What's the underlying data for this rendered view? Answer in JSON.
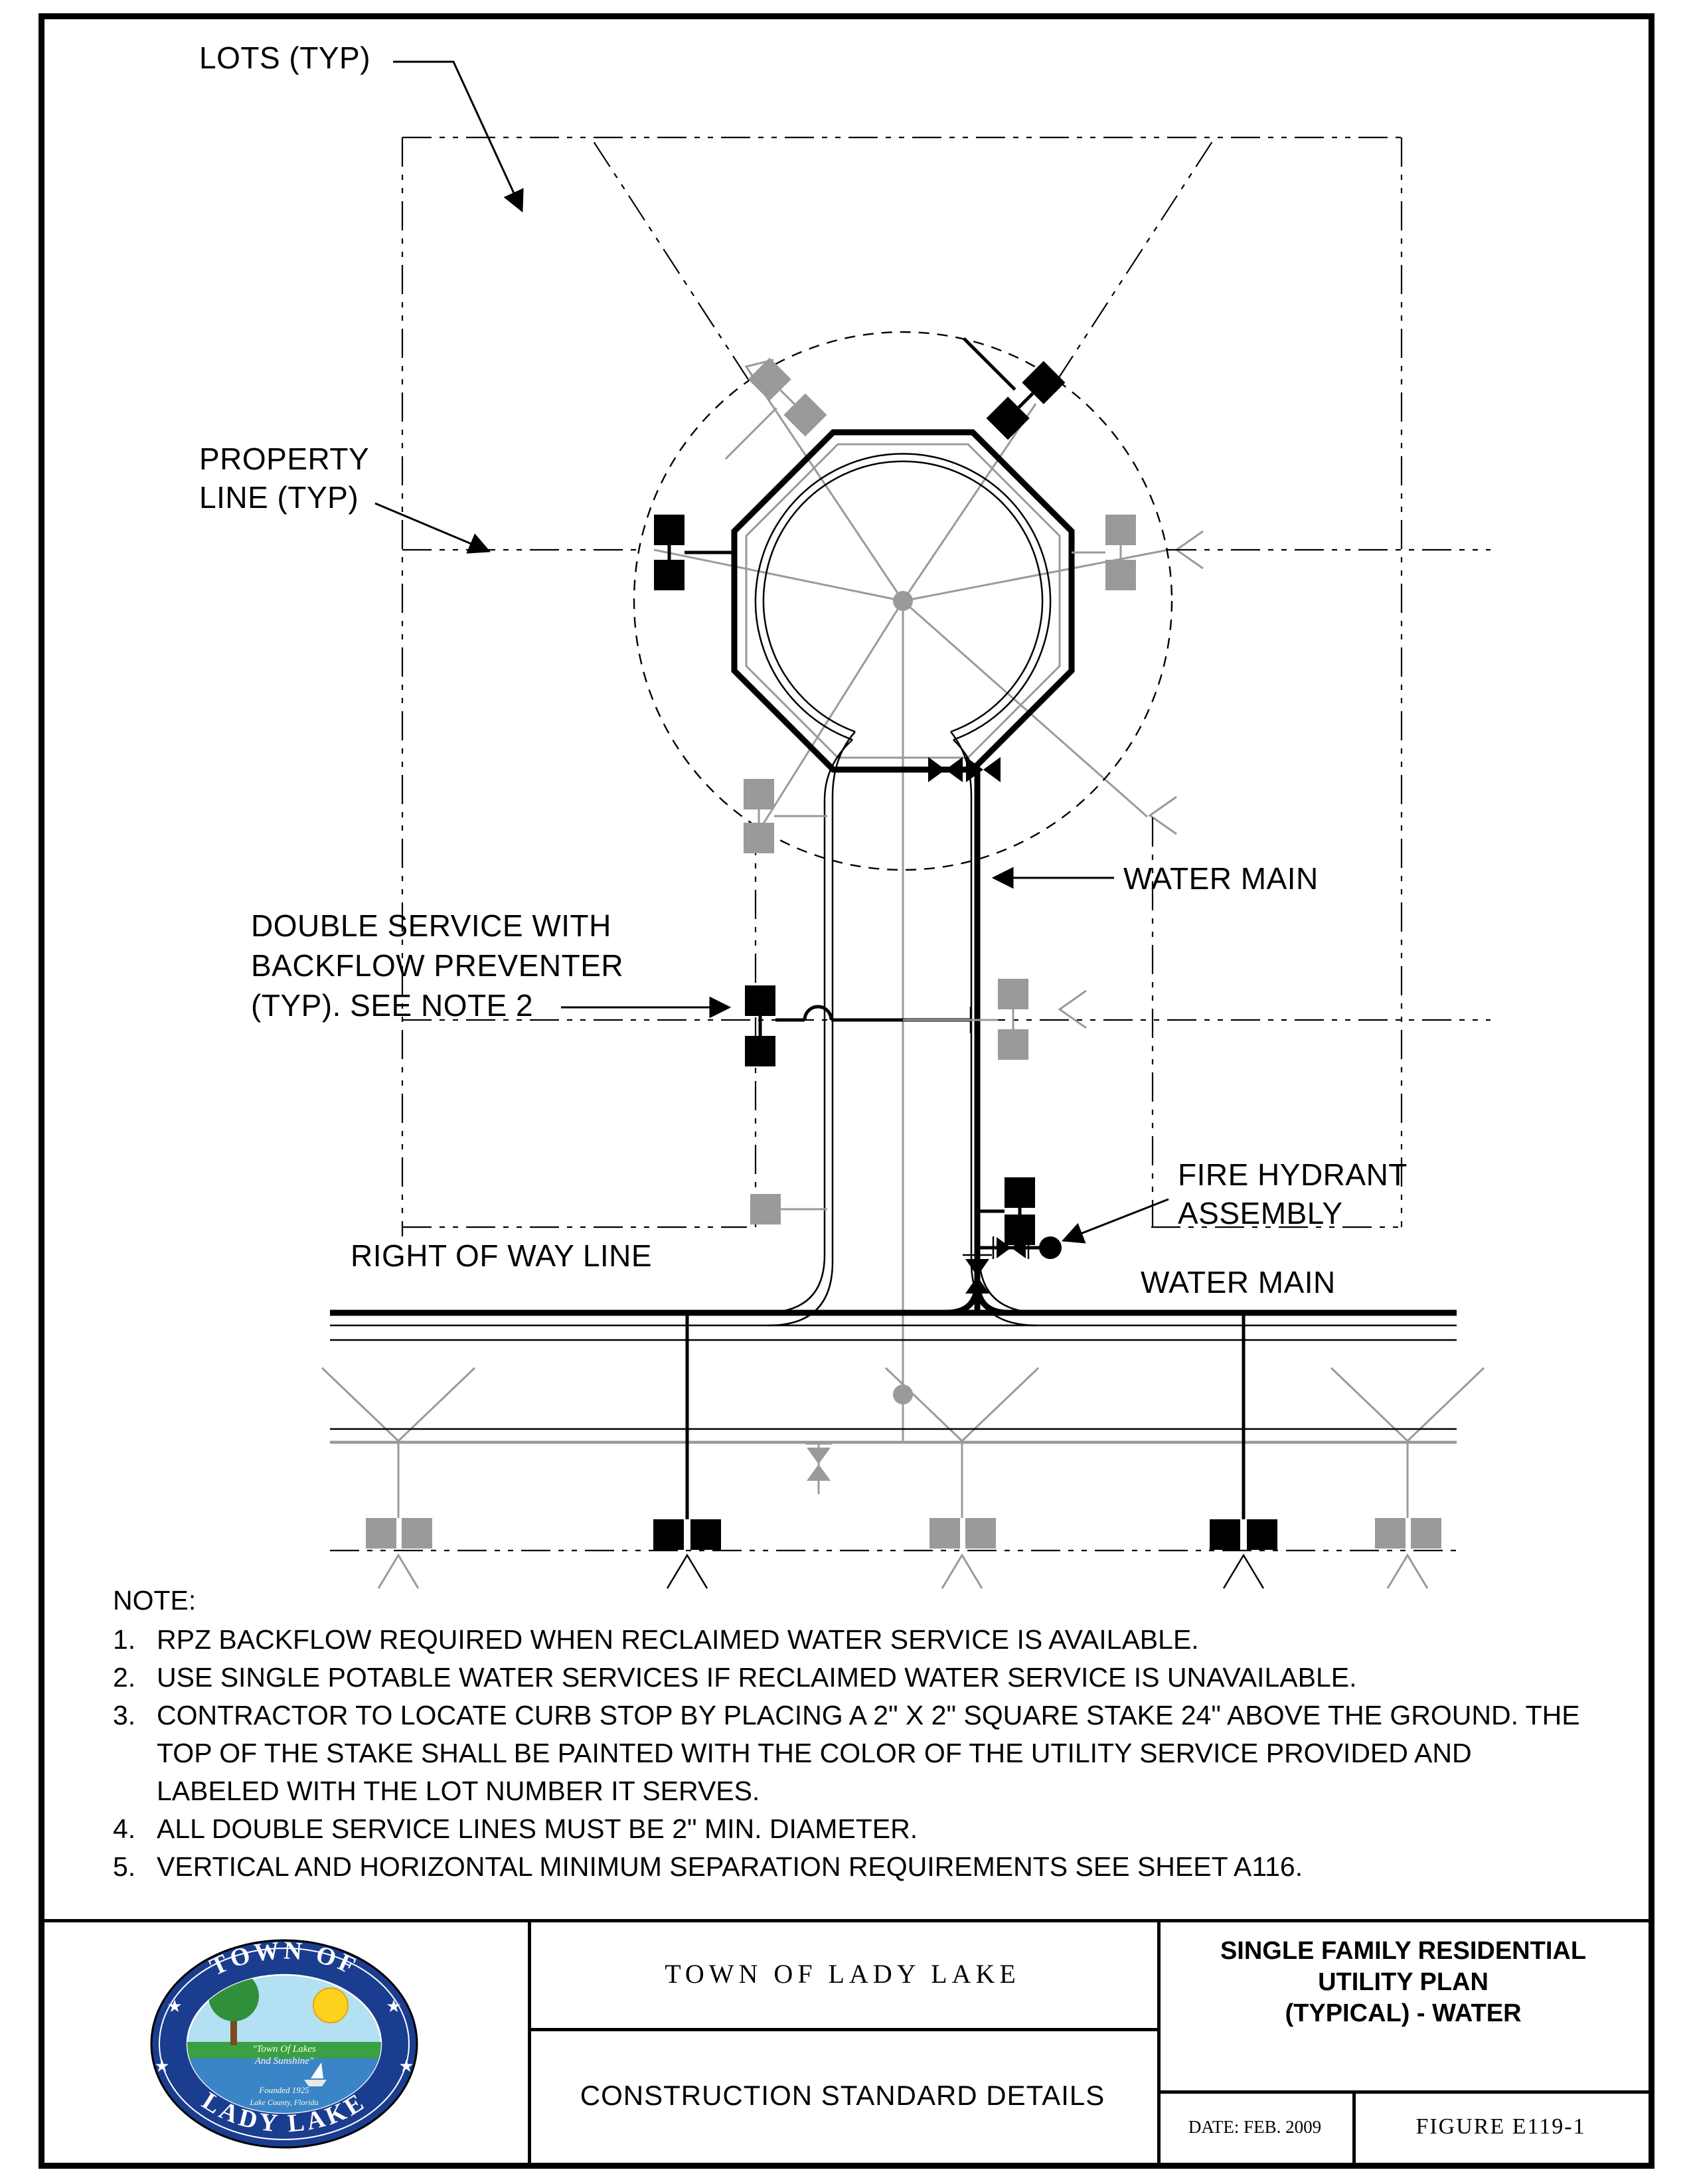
{
  "page": {
    "background": "#ffffff",
    "line_color": "#000000",
    "secondary_line_color": "#9a9a9a"
  },
  "drawing": {
    "labels": {
      "lots": "LOTS (TYP)",
      "property_line": [
        "PROPERTY",
        "LINE (TYP)"
      ],
      "double_service": [
        "DOUBLE SERVICE WITH",
        "BACKFLOW PREVENTER",
        "(TYP). SEE NOTE 2"
      ],
      "water_main_upper": "WATER MAIN",
      "fire_hydrant": [
        "FIRE HYDRANT",
        "ASSEMBLY"
      ],
      "water_main_lower": "WATER MAIN",
      "right_of_way": "RIGHT OF WAY LINE"
    }
  },
  "notes": {
    "heading": "NOTE:",
    "items": [
      {
        "num": "1.",
        "text": "RPZ BACKFLOW REQUIRED WHEN RECLAIMED WATER SERVICE IS AVAILABLE."
      },
      {
        "num": "2.",
        "text": "USE SINGLE POTABLE WATER SERVICES IF RECLAIMED WATER SERVICE IS UNAVAILABLE."
      },
      {
        "num": "3.",
        "text": "CONTRACTOR TO LOCATE CURB STOP BY PLACING A 2\" X 2\" SQUARE STAKE 24\" ABOVE THE GROUND.  THE TOP OF THE STAKE SHALL BE PAINTED WITH THE COLOR OF THE UTILITY SERVICE PROVIDED AND LABELED WITH THE LOT NUMBER IT SERVES."
      },
      {
        "num": "4.",
        "text": "ALL DOUBLE SERVICE LINES MUST BE 2\" MIN. DIAMETER."
      },
      {
        "num": "5.",
        "text": "VERTICAL AND HORIZONTAL MINIMUM SEPARATION REQUIREMENTS SEE SHEET A116."
      }
    ]
  },
  "title_block": {
    "agency": "TOWN OF LADY LAKE",
    "subtitle": "CONSTRUCTION STANDARD DETAILS",
    "sheet_title_lines": [
      "SINGLE FAMILY RESIDENTIAL",
      "UTILITY PLAN",
      "(TYPICAL) - WATER"
    ],
    "date_label": "DATE: FEB. 2009",
    "figure_label": "FIGURE E119-1",
    "logo": {
      "top_text": "TOWN OF",
      "bottom_text": "LADY LAKE",
      "motto_line1": "\"Town Of Lakes",
      "motto_line2": "And Sunshine\"",
      "founded_line": "Founded 1925",
      "county_line": "Lake County, Florida"
    }
  }
}
